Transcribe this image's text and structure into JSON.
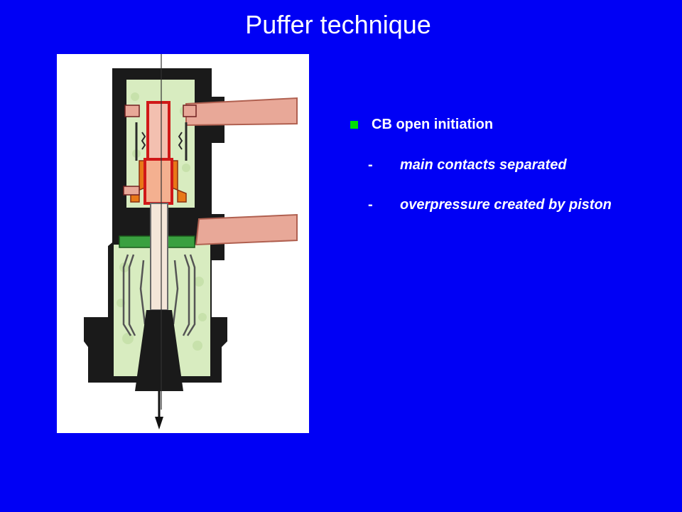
{
  "slide": {
    "title": "Puffer technique"
  },
  "bullets": {
    "main": "CB open initiation",
    "subs": [
      {
        "dash": "-",
        "text": "main contacts separated"
      },
      {
        "dash": "-",
        "text": "overpressure created by piston"
      }
    ]
  },
  "colors": {
    "background": "#0000f5",
    "bullet": "#00e000",
    "housing": "#1a1a1a",
    "gas_fill": "#d8ecc0",
    "busbar": "#e8a898",
    "piston": "#3aa040",
    "contact_red": "#d01818",
    "contact_orange": "#e87818"
  },
  "icons": {
    "bullet": "square-bullet-icon",
    "motion": "down-arrow-icon"
  }
}
